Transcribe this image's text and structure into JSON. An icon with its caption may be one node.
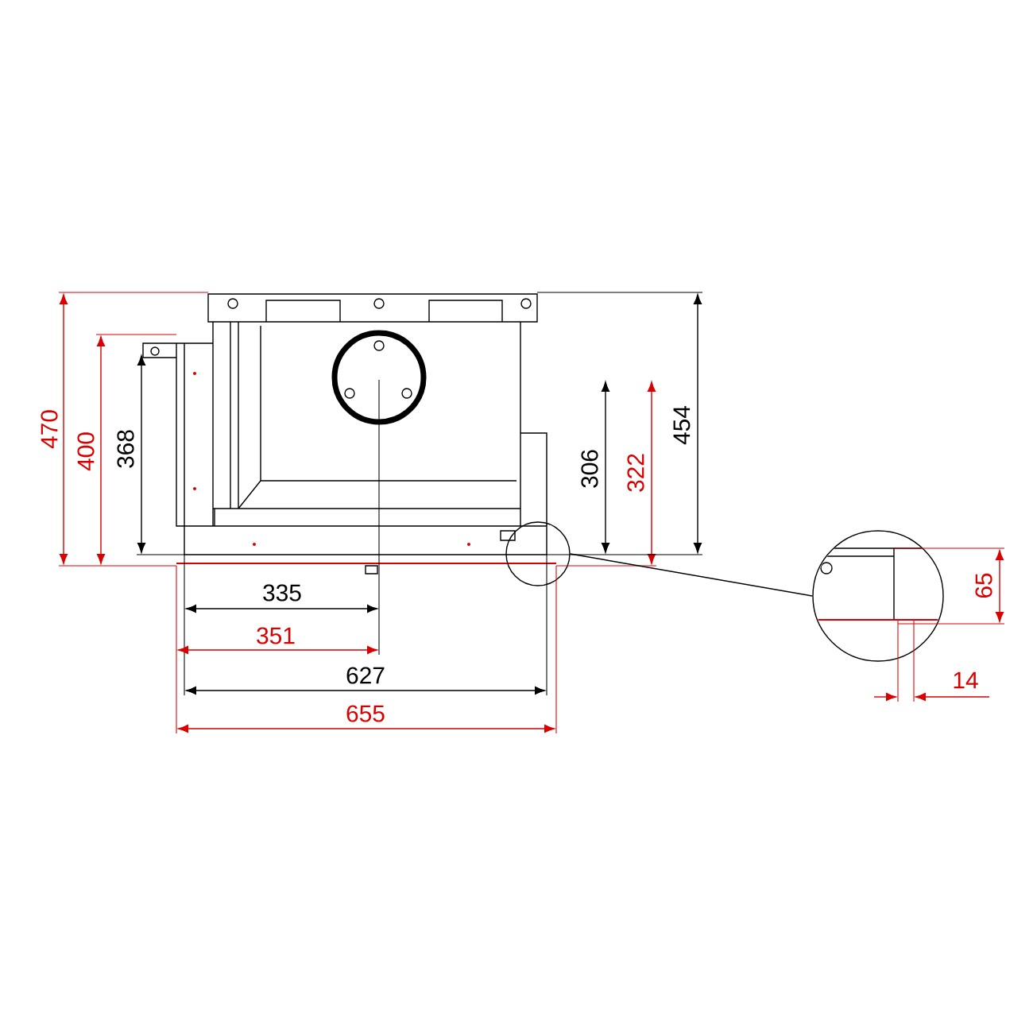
{
  "diagram": {
    "nodes": [
      {
        "text": [],
        "shape": "circle"
      },
      {
        "text": [],
        "shape": "circle"
      }
    ],
    "edges": [
      {
        "from": 0,
        "to": 1,
        "arrow": "none"
      }
    ],
    "labels": [
      "470",
      "400",
      "368",
      "306",
      "322",
      "454",
      "335",
      "65",
      "351",
      "627",
      "14",
      "655"
    ]
  }
}
